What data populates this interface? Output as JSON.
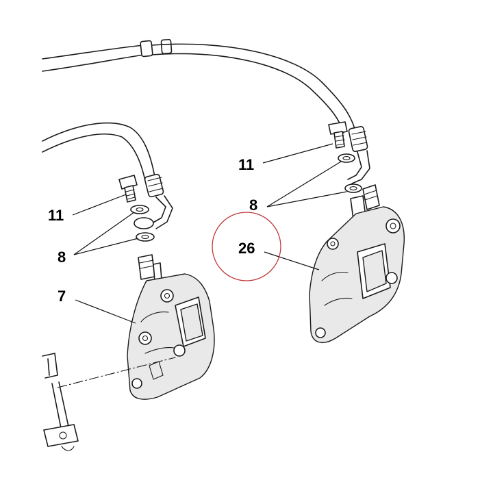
{
  "callouts": {
    "left_bolt": "11",
    "left_washers": "8",
    "left_caliper": "7",
    "right_bolt": "11",
    "right_washers": "8",
    "right_caliper": "26"
  },
  "colors": {
    "line": "#1a1a1a",
    "highlight_circle": "#c0393b",
    "background": "#ffffff"
  }
}
